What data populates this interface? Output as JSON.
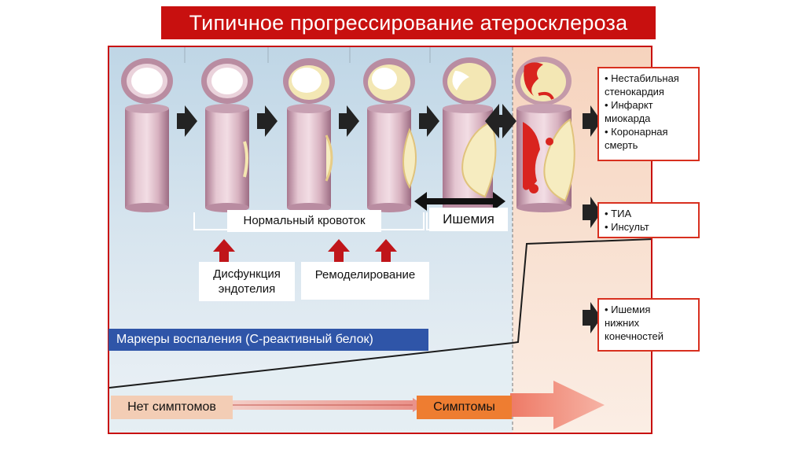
{
  "title": "Типичное прогрессирование атеросклероза",
  "labels": {
    "normal_flow": "Нормальный кровоток",
    "ischemia": "Ишемия",
    "dysfunction": [
      "Дисфункция",
      "эндотелия"
    ],
    "remodeling": "Ремоделирование",
    "inflammation": "Маркеры воспаления (С-реактивный белок)",
    "no_symptoms": "Нет симптомов",
    "symptoms": "Симптомы"
  },
  "outcomes": {
    "coronary": [
      "• Нестабильная",
      "стенокардия",
      "• Инфаркт",
      "миокарда",
      "• Коронарная",
      "смерть"
    ],
    "cerebral": [
      "• ТИА",
      "• Инсульт"
    ],
    "peripheral": [
      "• Ишемия",
      "нижних",
      "конечностей"
    ]
  },
  "colors": {
    "accent_red": "#c8100f",
    "box_border": "#d8301f",
    "marker_blue": "#2f55a8",
    "symptom_orange": "#ee7d31",
    "arrow_red": "#c0151a"
  }
}
